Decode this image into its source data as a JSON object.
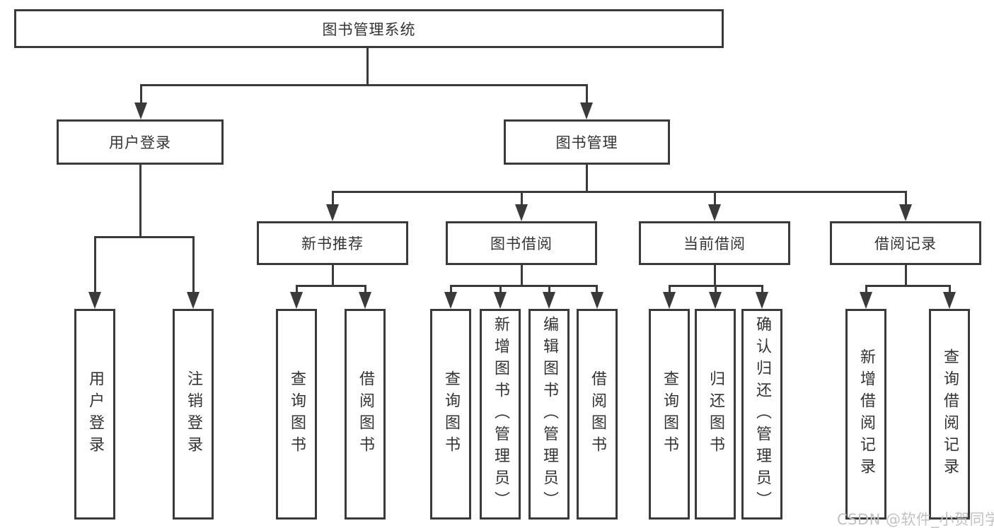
{
  "tree": {
    "label": "图书管理系统",
    "children": [
      {
        "label": "用户登录",
        "children": [
          {
            "label": "用户登录"
          },
          {
            "label": "注销登录"
          }
        ]
      },
      {
        "label": "图书管理",
        "children": [
          {
            "label": "新书推荐",
            "children": [
              {
                "label": "查询图书"
              },
              {
                "label": "借阅图书"
              }
            ]
          },
          {
            "label": "图书借阅",
            "children": [
              {
                "label": "查询图书"
              },
              {
                "label": "新增图书（管理员）"
              },
              {
                "label": "编辑图书（管理员）"
              },
              {
                "label": "借阅图书"
              }
            ]
          },
          {
            "label": "当前借阅",
            "children": [
              {
                "label": "查询图书"
              },
              {
                "label": "归还图书"
              },
              {
                "label": "确认归还（管理员）"
              }
            ]
          },
          {
            "label": "借阅记录",
            "children": [
              {
                "label": "新增借阅记录"
              },
              {
                "label": "查询借阅记录"
              }
            ]
          }
        ]
      }
    ]
  },
  "watermark": "CSDN @软件_小贺同学",
  "colors": {
    "line": "#3a3a3a",
    "text": "#333333",
    "watermark": "#c2c2c2",
    "background": "#ffffff"
  }
}
